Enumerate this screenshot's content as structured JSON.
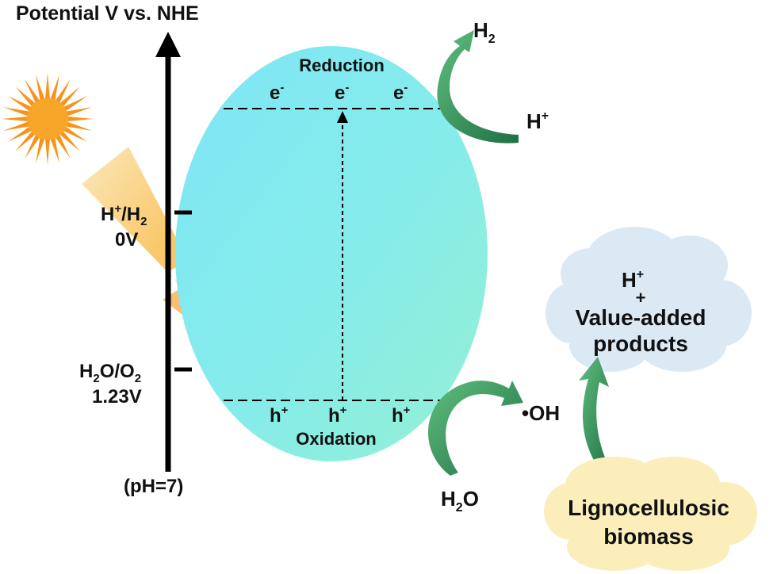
{
  "title": "Potential V vs. NHE",
  "axis": {
    "upper_couple": {
      "base": "H",
      "sup": "+",
      "mid": "/H",
      "sub": "2",
      "value": "0V"
    },
    "lower_couple": {
      "a": "H",
      "a_sub": "2",
      "b": "O/O",
      "b_sub": "2",
      "value": "1.23V"
    },
    "ph": "(pH=7)"
  },
  "band": {
    "reduction": "Reduction",
    "oxidation": "Oxidation",
    "electron": {
      "base": "e",
      "sup": "-"
    },
    "hole": {
      "base": "h",
      "sup": "+"
    }
  },
  "reduction_products": {
    "product": {
      "base": "H",
      "sub": "2"
    },
    "reactant": {
      "base": "H",
      "sup": "+"
    }
  },
  "oxidation_products": {
    "reactant": {
      "base": "H",
      "sub": "2",
      "rest": "O"
    },
    "product": "•OH"
  },
  "output_cloud": {
    "proton": {
      "base": "H",
      "sup": "+"
    },
    "plus": "+",
    "line1": "Value-added",
    "line2": "products"
  },
  "input_cloud": {
    "line1": "Lignocellulosic",
    "line2": "biomass"
  },
  "colors": {
    "particle_top_left": "#7fe8f2",
    "particle_bottom_right": "#8ef0d6",
    "arrow_green": "#2e8f5a",
    "cloud_blue": "#dbe9f5",
    "cloud_yellow": "#fbeebb",
    "sun": "#f7941d",
    "light_bolt": "#f9c86a"
  }
}
